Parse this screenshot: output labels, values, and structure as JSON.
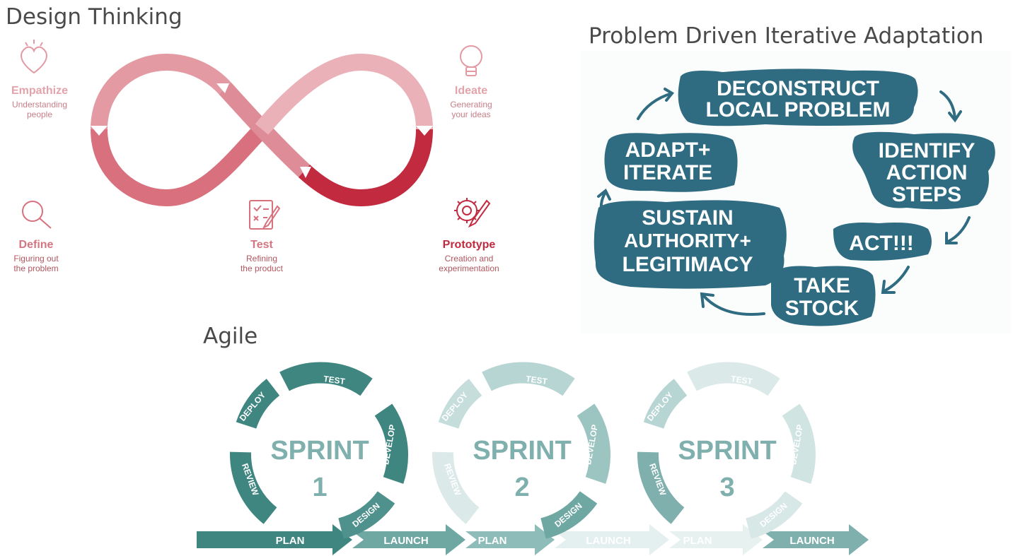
{
  "titles": {
    "design_thinking": "Design Thinking",
    "pdia": "Problem Driven Iterative Adaptation",
    "agile": "Agile"
  },
  "design_thinking": {
    "stages": [
      {
        "name": "Empathize",
        "desc1": "Understanding",
        "desc2": "people",
        "icon": "heart-icon"
      },
      {
        "name": "Ideate",
        "desc1": "Generating",
        "desc2": "your ideas",
        "icon": "lightbulb-icon"
      },
      {
        "name": "Define",
        "desc1": "Figuring out",
        "desc2": "the problem",
        "icon": "magnifier-icon"
      },
      {
        "name": "Test",
        "desc1": "Refining",
        "desc2": "the product",
        "icon": "checklist-icon"
      },
      {
        "name": "Prototype",
        "desc1": "Creation and",
        "desc2": "experimentation",
        "icon": "gear-pencil-icon"
      }
    ],
    "colors": {
      "light": "#e9a9b1",
      "mid": "#d8808c",
      "dark": "#c0283d"
    }
  },
  "pdia": {
    "steps": {
      "deconstruct_1": "DECONSTRUCT",
      "deconstruct_2": "LOCAL PROBLEM",
      "identify_1": "IDENTIFY",
      "identify_2": "ACTION",
      "identify_3": "STEPS",
      "act": "ACT!!!",
      "take_1": "TAKE",
      "take_2": "STOCK",
      "sustain_1": "SUSTAIN",
      "sustain_2": "AUTHORITY+",
      "sustain_3": "LEGITIMACY",
      "adapt_1": "ADAPT+",
      "adapt_2": "ITERATE"
    },
    "colors": {
      "blob": "#2e6b80",
      "text": "#ffffff"
    }
  },
  "agile": {
    "sprints": [
      {
        "label": "SPRINT",
        "number": "1"
      },
      {
        "label": "SPRINT",
        "number": "2"
      },
      {
        "label": "SPRINT",
        "number": "3"
      }
    ],
    "cycle_labels": {
      "test": "TEST",
      "deploy": "DEPLOY",
      "develop": "DEVELOP",
      "review": "REVIEW",
      "design": "DESIGN"
    },
    "timeline": {
      "plan": "PLAN",
      "launch": "LAUNCH"
    },
    "colors": {
      "dark": "#3f8681",
      "mid": "#7fb0ad",
      "light": "#b7d5d3",
      "faint": "#deeceb"
    }
  }
}
